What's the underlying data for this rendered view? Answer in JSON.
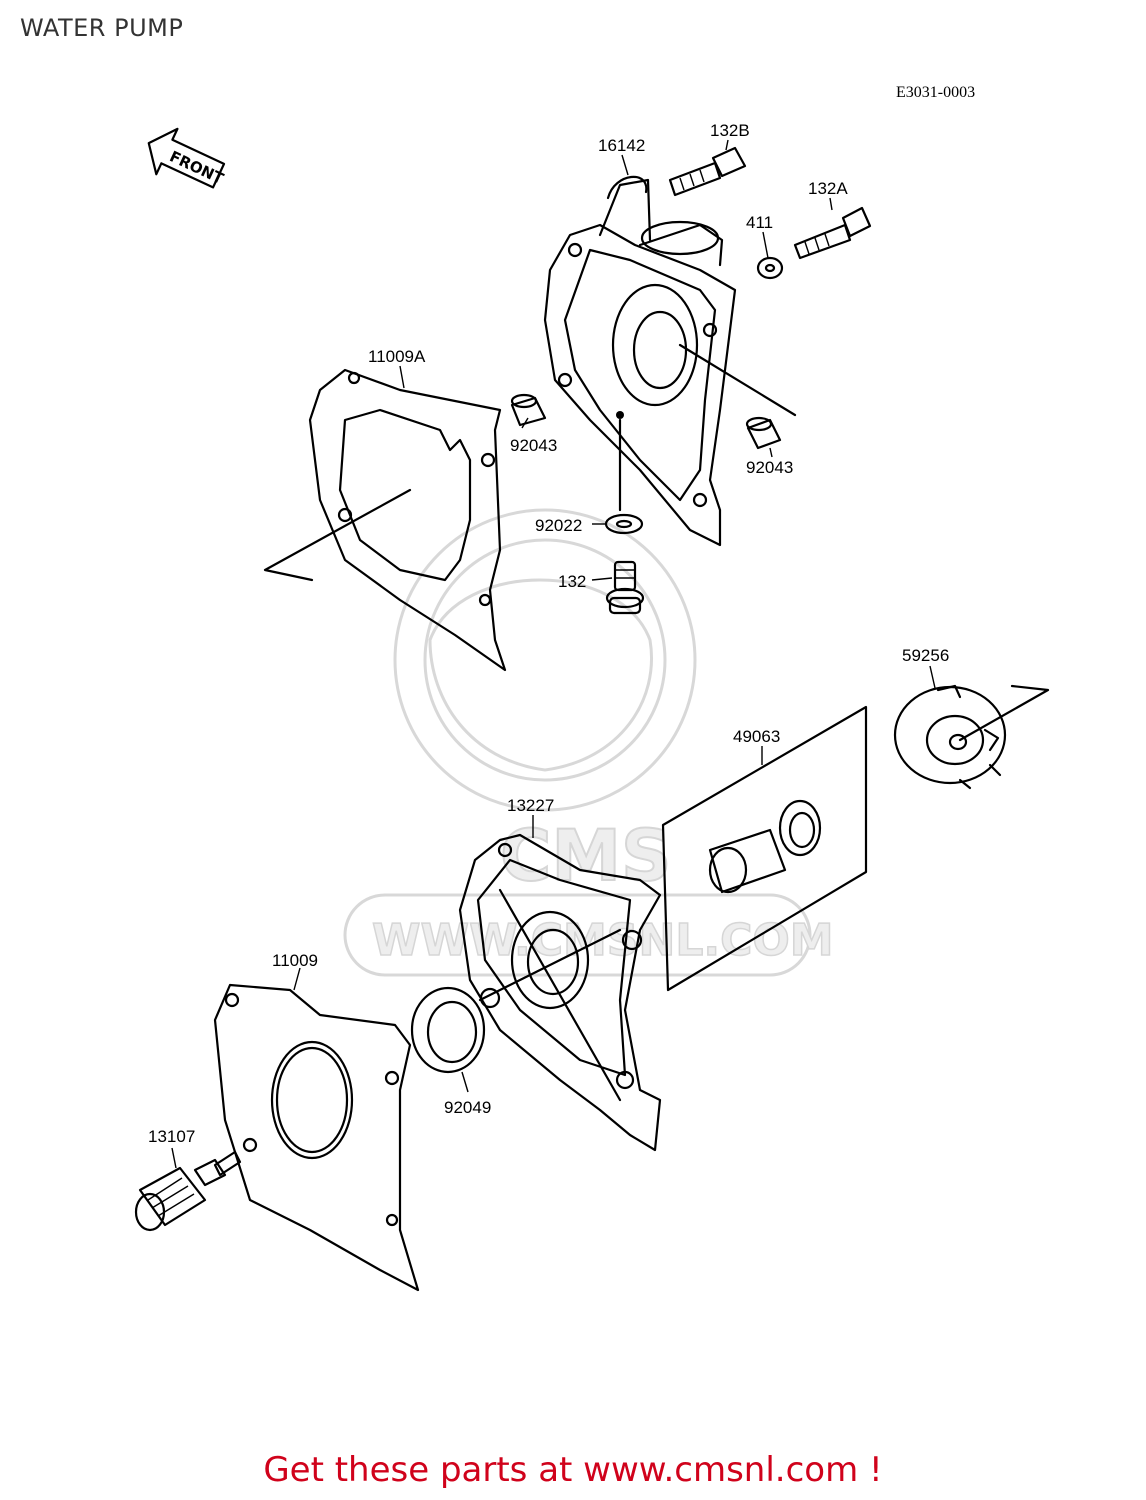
{
  "title": "WATER PUMP",
  "diagram_code": "E3031-0003",
  "front_label": "FRONT",
  "watermark_text": "CMS",
  "watermark_url": "WWW.CMSNL.COM",
  "footer": "Get these parts at www.cmsnl.com !",
  "colors": {
    "footer": "#d0021b",
    "title": "#333333",
    "lines": "#000000",
    "watermark": "#d8d8d8"
  },
  "parts": {
    "p16142": "16142",
    "p132B": "132B",
    "p132A": "132A",
    "p411": "411",
    "p11009A": "11009A",
    "p92043a": "92043",
    "p92043b": "92043",
    "p92022": "92022",
    "p132": "132",
    "p59256": "59256",
    "p49063": "49063",
    "p13227": "13227",
    "p11009": "11009",
    "p92049": "92049",
    "p13107": "13107"
  }
}
